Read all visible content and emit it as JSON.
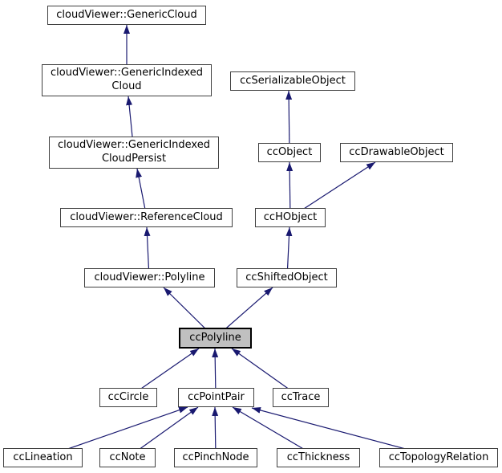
{
  "diagram": {
    "type": "class-inheritance-graph",
    "highlighted_node": "ccPolyline",
    "colors": {
      "edge": "#191970",
      "node_border": "#404040",
      "node_fill": "#ffffff",
      "highlight_fill": "#c0c0c0",
      "highlight_border": "#000000",
      "background": "#ffffff",
      "text": "#000000"
    },
    "nodes": [
      {
        "id": "generic-cloud",
        "label": "cloudViewer::GenericCloud"
      },
      {
        "id": "generic-indexed-cloud",
        "label": "cloudViewer::GenericIndexed\nCloud"
      },
      {
        "id": "cc-serializable-object",
        "label": "ccSerializableObject"
      },
      {
        "id": "generic-indexed-cloud-persist",
        "label": "cloudViewer::GenericIndexed\nCloudPersist"
      },
      {
        "id": "cc-object",
        "label": "ccObject"
      },
      {
        "id": "cc-drawable-object",
        "label": "ccDrawableObject"
      },
      {
        "id": "reference-cloud",
        "label": "cloudViewer::ReferenceCloud"
      },
      {
        "id": "cc-hobject",
        "label": "ccHObject"
      },
      {
        "id": "polyline",
        "label": "cloudViewer::Polyline"
      },
      {
        "id": "cc-shifted-object",
        "label": "ccShiftedObject"
      },
      {
        "id": "cc-polyline",
        "label": "ccPolyline",
        "highlighted": true
      },
      {
        "id": "cc-circle",
        "label": "ccCircle"
      },
      {
        "id": "cc-point-pair",
        "label": "ccPointPair"
      },
      {
        "id": "cc-trace",
        "label": "ccTrace"
      },
      {
        "id": "cc-lineation",
        "label": "ccLineation"
      },
      {
        "id": "cc-note",
        "label": "ccNote"
      },
      {
        "id": "cc-pinch-node",
        "label": "ccPinchNode"
      },
      {
        "id": "cc-thickness",
        "label": "ccThickness"
      },
      {
        "id": "cc-topology-relation",
        "label": "ccTopologyRelation"
      }
    ],
    "edges": [
      {
        "from": "generic-indexed-cloud",
        "to": "generic-cloud"
      },
      {
        "from": "generic-indexed-cloud-persist",
        "to": "generic-indexed-cloud"
      },
      {
        "from": "reference-cloud",
        "to": "generic-indexed-cloud-persist"
      },
      {
        "from": "polyline",
        "to": "reference-cloud"
      },
      {
        "from": "cc-object",
        "to": "cc-serializable-object"
      },
      {
        "from": "cc-hobject",
        "to": "cc-object"
      },
      {
        "from": "cc-hobject",
        "to": "cc-drawable-object"
      },
      {
        "from": "cc-shifted-object",
        "to": "cc-hobject"
      },
      {
        "from": "cc-polyline",
        "to": "polyline"
      },
      {
        "from": "cc-polyline",
        "to": "cc-shifted-object"
      },
      {
        "from": "cc-circle",
        "to": "cc-polyline"
      },
      {
        "from": "cc-point-pair",
        "to": "cc-polyline"
      },
      {
        "from": "cc-trace",
        "to": "cc-polyline"
      },
      {
        "from": "cc-lineation",
        "to": "cc-point-pair"
      },
      {
        "from": "cc-note",
        "to": "cc-point-pair"
      },
      {
        "from": "cc-pinch-node",
        "to": "cc-point-pair"
      },
      {
        "from": "cc-thickness",
        "to": "cc-point-pair"
      },
      {
        "from": "cc-topology-relation",
        "to": "cc-point-pair"
      }
    ]
  }
}
